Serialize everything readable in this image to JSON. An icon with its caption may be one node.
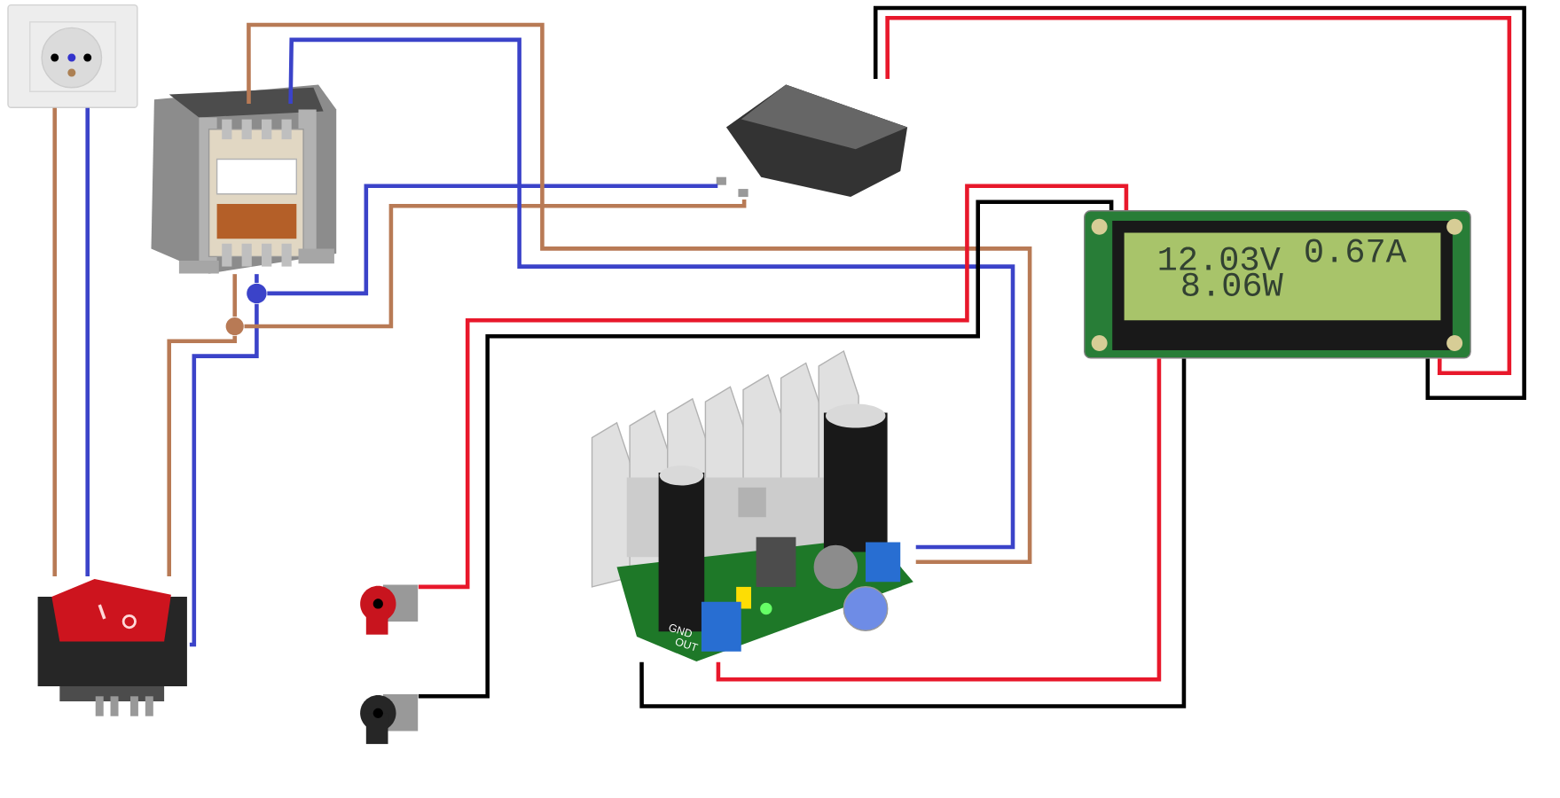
{
  "diagram": {
    "nodes": [
      {
        "text": [],
        "shape": "picture"
      },
      {
        "text": [],
        "shape": "picture"
      },
      {
        "text": [],
        "shape": "picture"
      },
      {
        "text": [
          "12.03V",
          "0.67A",
          "8.06W"
        ]
      },
      {
        "text": [],
        "shape": "picture"
      },
      {
        "text": [],
        "shape": "circle"
      },
      {
        "text": [],
        "shape": "circle"
      },
      {
        "text": [],
        "shape": "picture"
      },
      {
        "text": [],
        "shape": "picture"
      },
      {
        "text": [],
        "shape": "picture"
      }
    ],
    "edges": [
      {
        "from": 0,
        "to": 4,
        "arrow": "none",
        "color": "#b87a55"
      },
      {
        "from": 0,
        "to": 4,
        "arrow": "none",
        "color": "#3b43c9"
      },
      {
        "from": 4,
        "to": 6,
        "arrow": "none",
        "color": "#b87a55"
      },
      {
        "from": 4,
        "to": 5,
        "arrow": "none",
        "color": "#3b43c9"
      },
      {
        "from": 6,
        "to": 1,
        "arrow": "none",
        "color": "#b87a55"
      },
      {
        "from": 5,
        "to": 1,
        "arrow": "none",
        "color": "#3b43c9"
      },
      {
        "from": 6,
        "to": 2,
        "arrow": "none",
        "color": "#b87a55"
      },
      {
        "from": 5,
        "to": 2,
        "arrow": "none",
        "color": "#3b43c9"
      },
      {
        "from": 1,
        "to": 7,
        "arrow": "none",
        "color": "#b87a55"
      },
      {
        "from": 1,
        "to": 7,
        "arrow": "none",
        "color": "#3b43c9"
      },
      {
        "from": 2,
        "to": 3,
        "arrow": "none",
        "color": "#000000"
      },
      {
        "from": 2,
        "to": 3,
        "arrow": "none",
        "color": "#e8182b"
      },
      {
        "from": 3,
        "to": 8,
        "arrow": "none",
        "color": "#e8182b"
      },
      {
        "from": 3,
        "to": 9,
        "arrow": "none",
        "color": "#000000"
      },
      {
        "from": 7,
        "to": 3,
        "arrow": "none",
        "color": "#e8182b"
      },
      {
        "from": 7,
        "to": 3,
        "arrow": "none",
        "color": "#000000"
      }
    ],
    "labels": [
      "GND",
      "OUT"
    ]
  }
}
